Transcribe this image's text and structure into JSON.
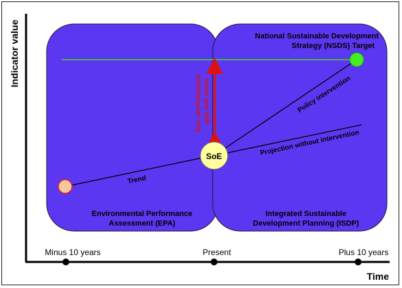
{
  "axes": {
    "y_label": "Indicator value",
    "x_label": "Time",
    "ticks": [
      "Minus 10 years",
      "Present",
      "Plus 10 years"
    ]
  },
  "panels": {
    "left": {
      "line1": "Environmental Performance",
      "line2": "Assessment (EPA)"
    },
    "right": {
      "line1": "Integrated Sustainable",
      "line2": "Development Planning (ISDP)"
    }
  },
  "target": {
    "line1": "National Sustainable Development",
    "line2": "Strategy (NSDS) Target"
  },
  "lines": {
    "trend": "Trend",
    "policy": "Policy intervention",
    "projection": "Projection without intervention"
  },
  "gap": {
    "line1": "Env. performance",
    "line2": "gap and trend"
  },
  "soe": "SoE",
  "colors": {
    "panel_fill": "#5b37f2",
    "panel_stroke": "#1a1a2e",
    "target_line": "#4caf50",
    "target_dot": "#44ee22",
    "gap_arrow": "#e01010",
    "soe_fill": "#ffffa0",
    "start_dot": "#f5c8a0",
    "start_dot_stroke": "#e02020"
  }
}
